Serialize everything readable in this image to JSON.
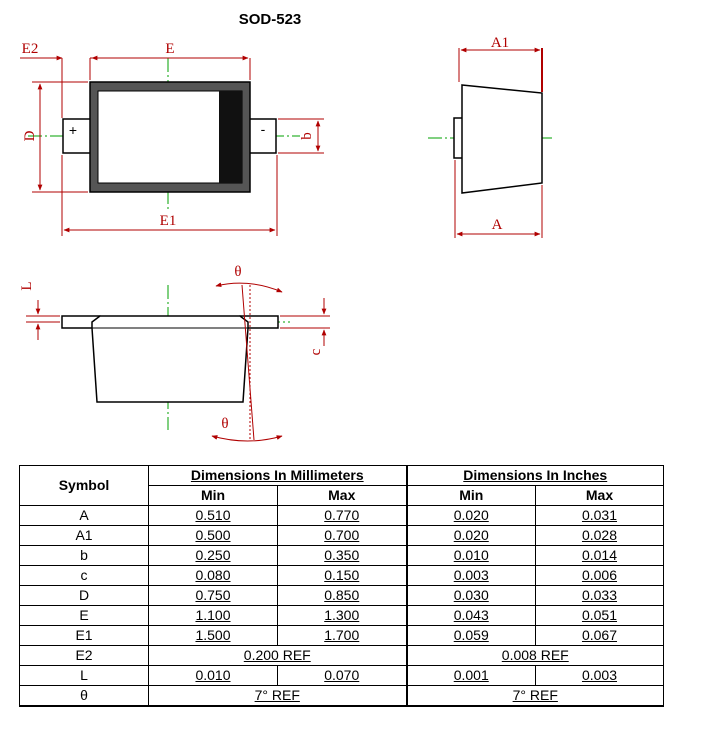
{
  "title": "SOD-523",
  "labels": {
    "E2": "E2",
    "E": "E",
    "E1": "E1",
    "D": "D",
    "b": "b",
    "A1": "A1",
    "A": "A",
    "L": "L",
    "c": "c",
    "theta": "θ",
    "plus": "+",
    "minus": "-"
  },
  "table": {
    "symbol_header": "Symbol",
    "mm_header": "Dimensions In Millimeters",
    "in_header": "Dimensions In Inches",
    "min": "Min",
    "max": "Max",
    "rows": [
      {
        "symbol": "A",
        "mm_min": "0.510",
        "mm_max": "0.770",
        "in_min": "0.020",
        "in_max": "0.031"
      },
      {
        "symbol": "A1",
        "mm_min": "0.500",
        "mm_max": "0.700",
        "in_min": "0.020",
        "in_max": "0.028"
      },
      {
        "symbol": "b",
        "mm_min": "0.250",
        "mm_max": "0.350",
        "in_min": "0.010",
        "in_max": "0.014"
      },
      {
        "symbol": "c",
        "mm_min": "0.080",
        "mm_max": "0.150",
        "in_min": "0.003",
        "in_max": "0.006"
      },
      {
        "symbol": "D",
        "mm_min": "0.750",
        "mm_max": "0.850",
        "in_min": "0.030",
        "in_max": "0.033"
      },
      {
        "symbol": "E",
        "mm_min": "1.100",
        "mm_max": "1.300",
        "in_min": "0.043",
        "in_max": "0.051"
      },
      {
        "symbol": "E1",
        "mm_min": "1.500",
        "mm_max": "1.700",
        "in_min": "0.059",
        "in_max": "0.067"
      },
      {
        "symbol": "L",
        "mm_min": "0.010",
        "mm_max": "0.070",
        "in_min": "0.001",
        "in_max": "0.003"
      }
    ],
    "e2_row": {
      "symbol": "E2",
      "mm": "0.200  REF",
      "in": "0.008  REF"
    },
    "theta_row": {
      "symbol": "θ",
      "mm": "7°  REF",
      "in": "7°  REF"
    }
  }
}
